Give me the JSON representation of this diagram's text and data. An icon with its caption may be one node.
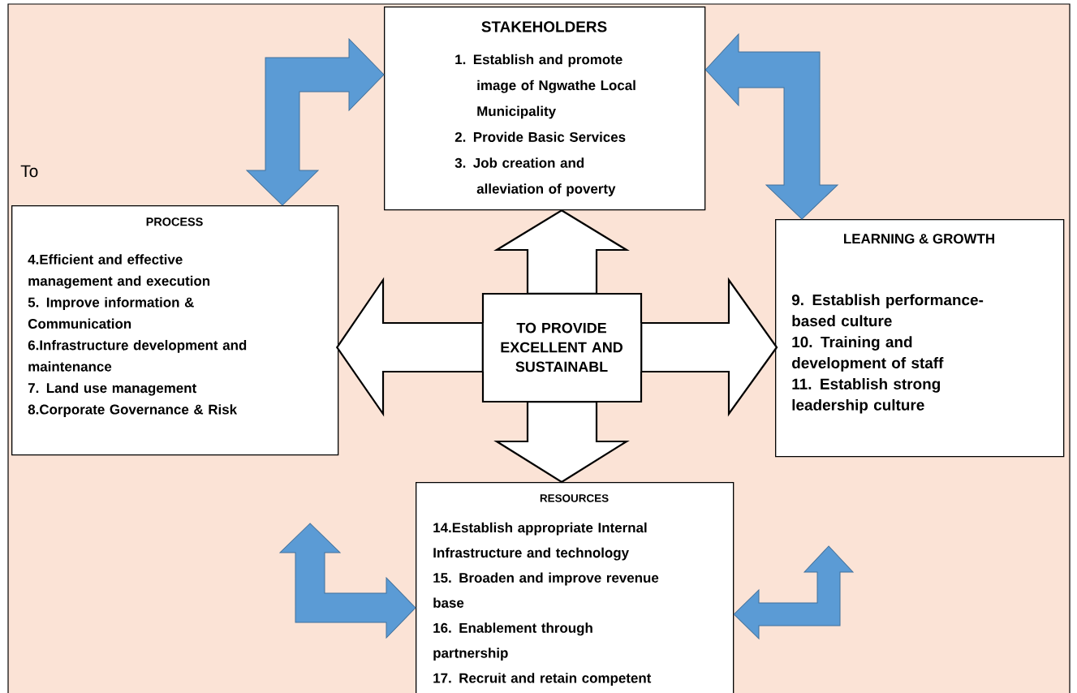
{
  "diagram": {
    "nodes": [
      {
        "text": [
          "STAKEHOLDERS",
          "1. Establish and promote image of Ngwathe Local Municipality",
          "2. Provide Basic Services",
          "3. Job creation and alleviation of poverty"
        ]
      },
      {
        "text": [
          "PROCESS",
          "4.Efficient and effective management and execution",
          "5. Improve information & Communication",
          "6.Infrastructure development and maintenance",
          "7. Land use management",
          "8.Corporate Governance & Risk"
        ]
      },
      {
        "text": [
          "LEARNING & GROWTH",
          "9. Establish performance-based culture",
          "10. Training and development of staff",
          "11. Establish strong leadership culture"
        ]
      },
      {
        "text": [
          "RESOURCES",
          "14.Establish appropriate Internal Infrastructure and technology",
          "15. Broaden and improve revenue base",
          "16. Enablement through partnership",
          "17. Recruit and retain competent"
        ]
      },
      {
        "text": [
          "TO PROVIDE EXCELLENT AND SUSTAINABL"
        ]
      }
    ],
    "edges": [
      {
        "from": 1,
        "to": 0,
        "arrow": "both"
      },
      {
        "from": 0,
        "to": 2,
        "arrow": "both"
      },
      {
        "from": null,
        "to": 3,
        "arrow": "both"
      },
      {
        "from": null,
        "to": 3,
        "arrow": "both"
      },
      {
        "from": 4,
        "to": 0,
        "arrow": "to"
      },
      {
        "from": 4,
        "to": 1,
        "arrow": "to"
      },
      {
        "from": 4,
        "to": 2,
        "arrow": "to"
      },
      {
        "from": 4,
        "to": 3,
        "arrow": "to"
      }
    ],
    "labels": [
      "To"
    ]
  }
}
